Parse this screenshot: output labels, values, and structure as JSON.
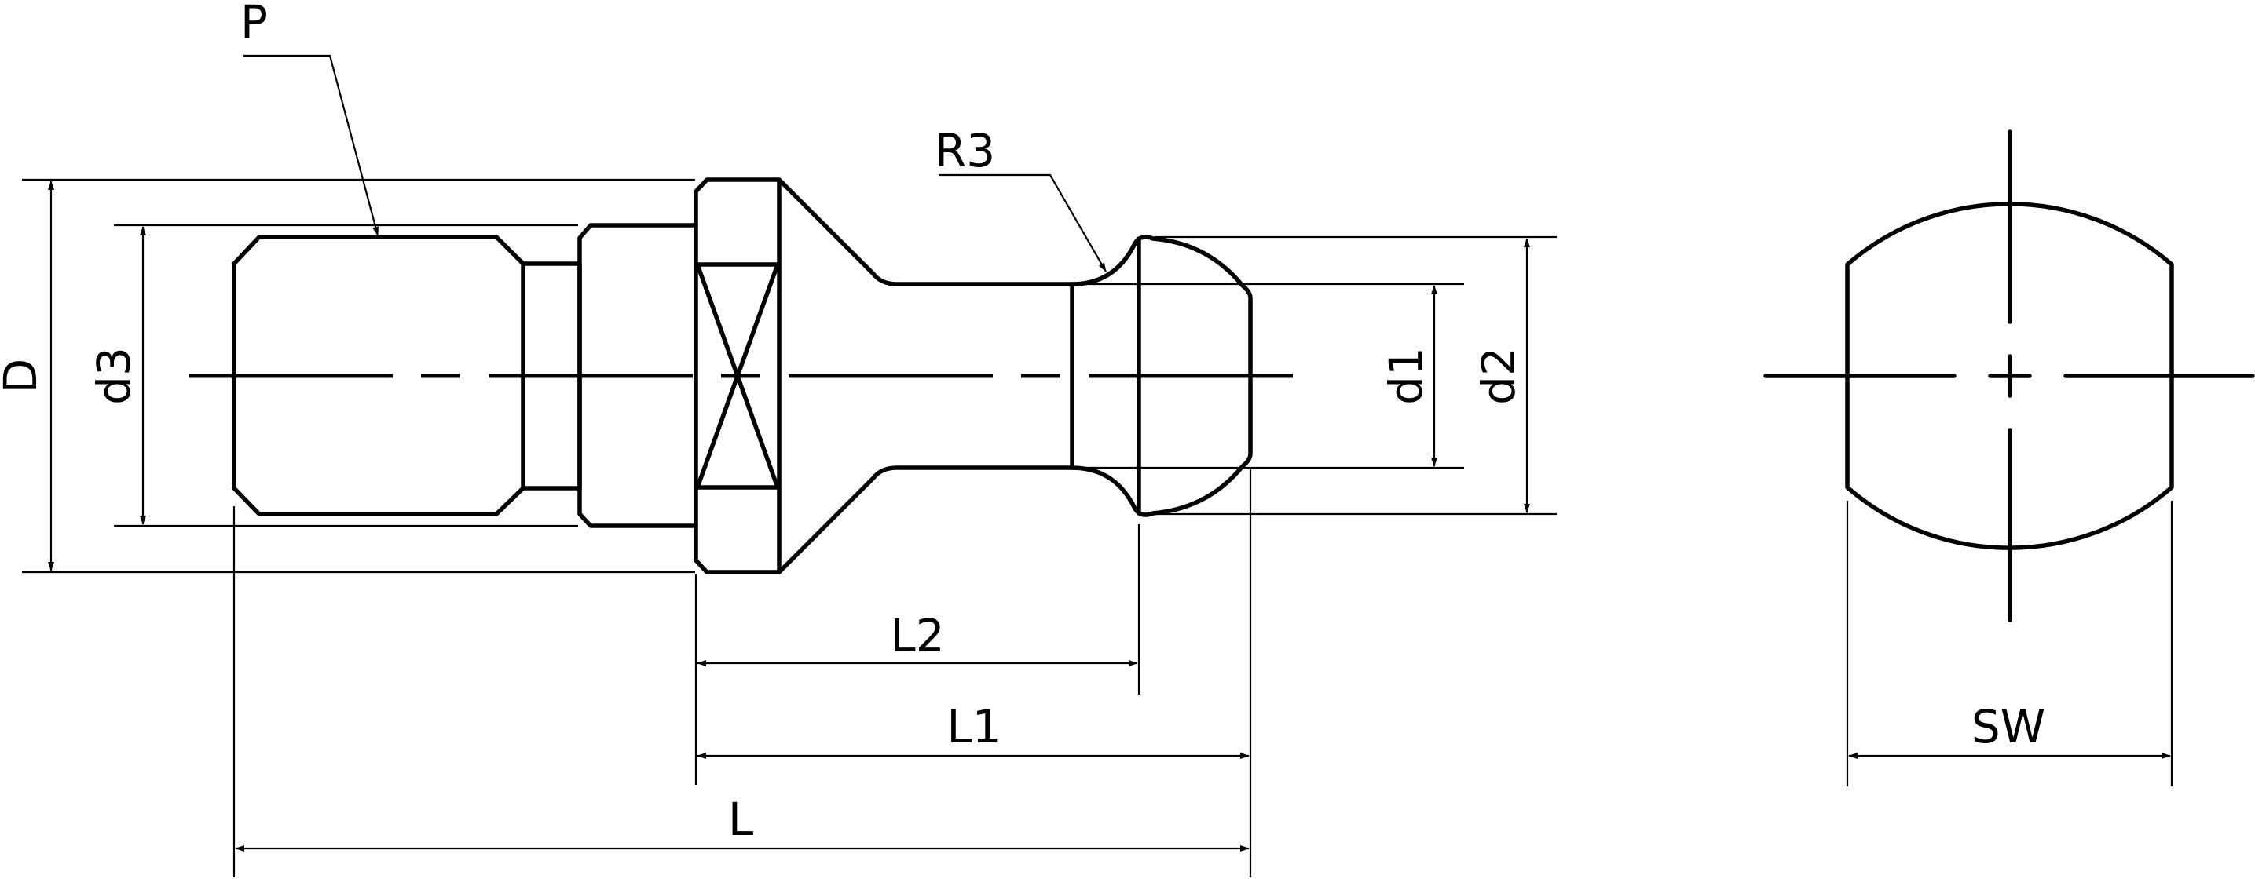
{
  "labels": {
    "P": "P",
    "R3": "R3",
    "D": "D",
    "d3": "d3",
    "d1": "d1",
    "d2": "d2",
    "L2": "L2",
    "L1": "L1",
    "L": "L",
    "SW": "SW"
  }
}
